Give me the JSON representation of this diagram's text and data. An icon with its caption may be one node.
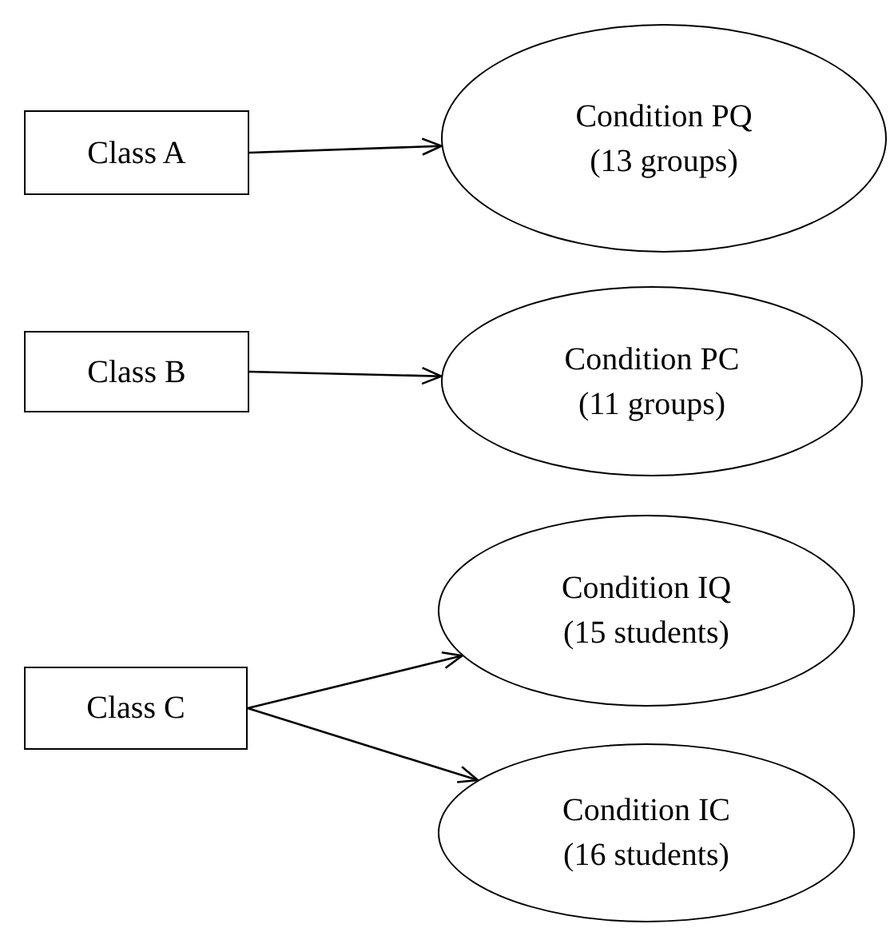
{
  "diagram": {
    "nodes": [
      {
        "text": [
          "Class A"
        ]
      },
      {
        "text": [
          "Condition PQ",
          "(13 groups)"
        ]
      },
      {
        "text": [
          "Class B"
        ]
      },
      {
        "text": [
          "Condition PC",
          "(11 groups)"
        ]
      },
      {
        "text": [
          "Class C"
        ]
      },
      {
        "text": [
          "Condition IQ",
          "(15 students)"
        ]
      },
      {
        "text": [
          "Condition IC",
          "(16 students)"
        ]
      }
    ],
    "edges": [
      {
        "from": 0,
        "to": 1,
        "arrow": "to"
      },
      {
        "from": 2,
        "to": 3,
        "arrow": "to"
      },
      {
        "from": 4,
        "to": 5,
        "arrow": "to"
      },
      {
        "from": 4,
        "to": 6,
        "arrow": "to"
      }
    ]
  }
}
